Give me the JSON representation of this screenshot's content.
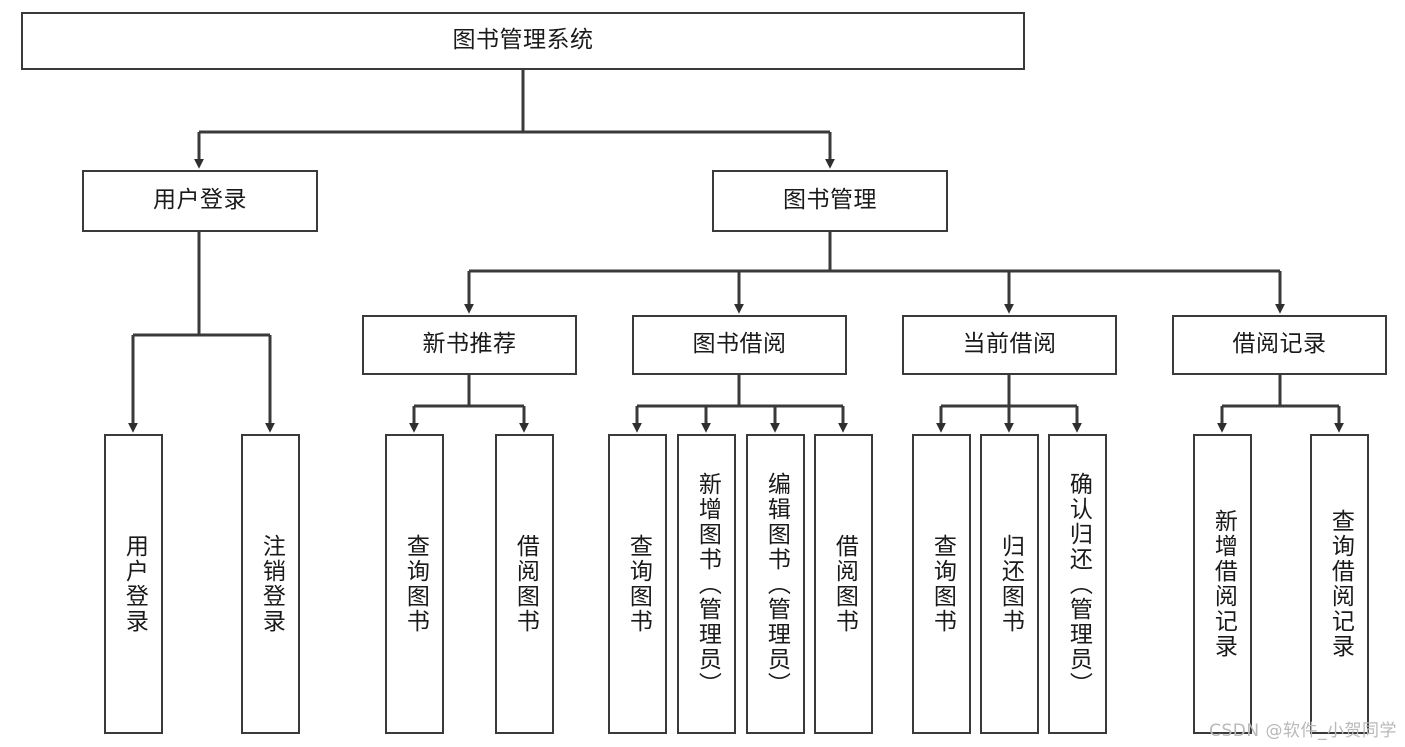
{
  "diagram": {
    "type": "tree-hierarchy",
    "title": "图书管理系统",
    "watermark": "CSDN @软件_小贺同学",
    "colors": {
      "stroke": "#3a3a3a",
      "fill": "#ffffff",
      "text": "#1a1a1a",
      "watermark": "#b9b9b9"
    },
    "nodes": {
      "root": {
        "label": "图书管理系统"
      },
      "level2": [
        {
          "id": "user-login",
          "label": "用户登录"
        },
        {
          "id": "book-management",
          "label": "图书管理"
        }
      ],
      "level3": [
        {
          "id": "new-book-recommend",
          "label": "新书推荐"
        },
        {
          "id": "book-borrow",
          "label": "图书借阅"
        },
        {
          "id": "current-borrow",
          "label": "当前借阅"
        },
        {
          "id": "borrow-record",
          "label": "借阅记录"
        }
      ],
      "leaves": {
        "user_login": [
          {
            "id": "leaf-user-login",
            "label": "用户登录"
          },
          {
            "id": "leaf-logout-login",
            "label": "注销登录"
          }
        ],
        "new_book_recommend": [
          {
            "id": "leaf-query-book-1",
            "label": "查询图书"
          },
          {
            "id": "leaf-borrow-book-1",
            "label": "借阅图书"
          }
        ],
        "book_borrow": [
          {
            "id": "leaf-query-book-2",
            "label": "查询图书"
          },
          {
            "id": "leaf-add-book",
            "label": "新增图书（管理员）"
          },
          {
            "id": "leaf-edit-book",
            "label": "编辑图书（管理员）"
          },
          {
            "id": "leaf-borrow-book-2",
            "label": "借阅图书"
          }
        ],
        "current_borrow": [
          {
            "id": "leaf-query-book-3",
            "label": "查询图书"
          },
          {
            "id": "leaf-return-book",
            "label": "归还图书"
          },
          {
            "id": "leaf-confirm-return",
            "label": "确认归还（管理员）"
          }
        ],
        "borrow_record": [
          {
            "id": "leaf-add-record",
            "label": "新增借阅记录"
          },
          {
            "id": "leaf-query-record",
            "label": "查询借阅记录"
          }
        ]
      }
    }
  }
}
